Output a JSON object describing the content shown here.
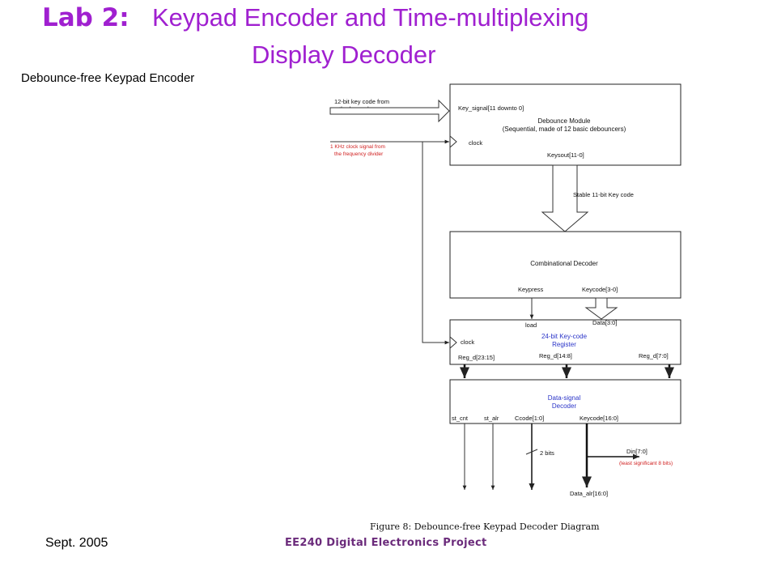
{
  "slide": {
    "title_lab": "Lab 2:",
    "title_rest": "Keypad Encoder and Time-multiplexing",
    "title_line2": "Display Decoder",
    "subtitle": "Debounce-free Keypad Encoder",
    "footer_date": "Sept. 2005",
    "footer_course": "EE240 Digital Electronics Project"
  },
  "colors": {
    "title": "#a020d0",
    "diagram_blue": "#2a34c8",
    "diagram_red": "#d02020"
  },
  "diagram": {
    "input_keycode_1": "12-bit key code from",
    "input_keycode_2": "the keypad",
    "input_clock_1": "1 KHz clock signal from",
    "input_clock_2": "the frequency divider",
    "debounce": {
      "port_in": "Key_signal[11 downto 0]",
      "title": "Debounce Module",
      "desc": "(Sequential, made of 12 basic debouncers)",
      "clock": "clock",
      "port_out": "Keysout[11-0]"
    },
    "stable_label": "Stable 11-bit Key code",
    "comb": {
      "title": "Combinational Decoder",
      "port_keypress": "Keypress",
      "port_keycode": "Keycode[3-0]"
    },
    "reg": {
      "load": "load",
      "data": "Data[3:0]",
      "clock": "clock",
      "title_1": "24-bit Key-code",
      "title_2": "Register",
      "out_a": "Reg_d[23:15]",
      "out_b": "Reg_d[14:8]",
      "out_c": "Reg_d[7:0]"
    },
    "dsd": {
      "title_1": "Data-signal",
      "title_2": "Decoder",
      "out_st_cnt": "st_cnt",
      "out_st_alr": "st_alr",
      "out_ccode": "Ccode[1:0]",
      "out_keycode": "Keycode[16:0]"
    },
    "two_bits": "2 bits",
    "din": "Din[7:0]",
    "din_note": "(least significant 8 bits)",
    "data_alr": "Data_alr[16:0]",
    "caption": "Figure 8:  Debounce-free Keypad Decoder Diagram"
  }
}
